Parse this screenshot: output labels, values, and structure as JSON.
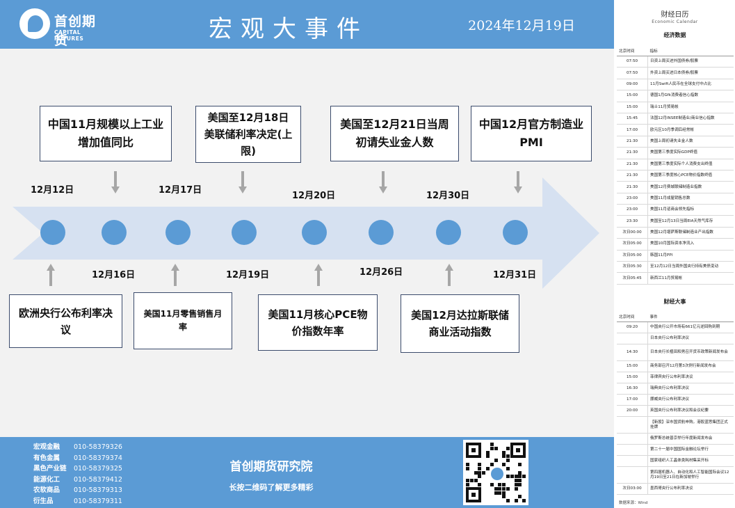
{
  "header": {
    "logo_name": "首创期货",
    "logo_en": "CAPITAL FUTURES",
    "title": "宏观大事件",
    "date": "2024年12月19日"
  },
  "timeline": {
    "top_events": [
      {
        "label": "中国11月规模以上工业增加值同比"
      },
      {
        "label": "美国至12月18日美联储利率决定(上限)"
      },
      {
        "label": "美国至12月21日当周初请失业金人数"
      },
      {
        "label": "中国12月官方制造业PMI"
      }
    ],
    "bottom_events": [
      {
        "label": "欧洲央行公布利率决议"
      },
      {
        "label": "美国11月零售销售月率"
      },
      {
        "label": "美国11月核心PCE物价指数年率"
      },
      {
        "label": "美国12月达拉斯联储商业活动指数"
      }
    ],
    "top_dates": [
      "12月12日",
      "12月17日",
      "12月20日",
      "12月30日"
    ],
    "bottom_dates": [
      "12月16日",
      "12月19日",
      "12月26日",
      "12月31日"
    ],
    "dot_count": 8,
    "colors": {
      "accent": "#5b9bd5",
      "arrow": "#d6e1f1",
      "pointer": "#a6a6a6"
    }
  },
  "footer": {
    "contacts": [
      {
        "dept": "宏观金融",
        "phone": "010-58379326"
      },
      {
        "dept": "有色金属",
        "phone": "010-58379374"
      },
      {
        "dept": "黑色产业链",
        "phone": "010-58379325"
      },
      {
        "dept": "能源化工",
        "phone": "010-58379412"
      },
      {
        "dept": "农软商品",
        "phone": "010-58379313"
      },
      {
        "dept": "衍生品",
        "phone": "010-58379311"
      }
    ],
    "institute": "首创期货研究院",
    "slogan": "长按二维码了解更多精彩",
    "qr_icon": "qr-code-icon"
  },
  "calendar": {
    "title": "财经日历",
    "subtitle": "Economic Calendar",
    "econ_title": "经济数据",
    "econ_headers": [
      "北京时间",
      "指标"
    ],
    "econ_rows": [
      {
        "time": "07:50",
        "item": "日资上周买进外国债券/股票"
      },
      {
        "time": "07:50",
        "item": "外资上周买进日本债券/股票"
      },
      {
        "time": "09:00",
        "item": "11月Swift人民币在全球支付中占比"
      },
      {
        "time": "15:00",
        "item": "德国1月Gfk消费者信心指数"
      },
      {
        "time": "15:00",
        "item": "瑞士11月贸易帐"
      },
      {
        "time": "15:45",
        "item": "法国12月INSEE制造业/商业信心指数"
      },
      {
        "time": "17:00",
        "item": "欧元区10月季调后经常帐"
      },
      {
        "time": "21:30",
        "item": "美国上周初请失业金人数"
      },
      {
        "time": "21:30",
        "item": "美国第三季度实际GDP终值"
      },
      {
        "time": "21:30",
        "item": "美国第三季度实际个人消费支出终值"
      },
      {
        "time": "21:30",
        "item": "美国第三季度核心PCE物价指数终值"
      },
      {
        "time": "21:30",
        "item": "美国12月费城联储制造业指数"
      },
      {
        "time": "23:00",
        "item": "美国11月成屋销售总数"
      },
      {
        "time": "23:00",
        "item": "美国11月谘商会领先指标"
      },
      {
        "time": "23:30",
        "item": "美国至12月13日当周EIA天然气库存"
      },
      {
        "time": "次日00:00",
        "item": "美国12月堪萨斯联储制造业产出指数"
      },
      {
        "time": "次日05:00",
        "item": "美国10月国际资本净流入"
      },
      {
        "time": "次日05:00",
        "item": "韩国11月PPI"
      },
      {
        "time": "次日05:30",
        "item": "至12月12日当周外国央行持有美债变动"
      },
      {
        "time": "次日05:45",
        "item": "新西兰11月贸易帐"
      }
    ],
    "events_title": "财经大事",
    "events_headers": [
      "北京时间",
      "事件"
    ],
    "event_rows": [
      {
        "time": "09:20",
        "item": "中国央行公开市场有661亿元逆回购到期"
      },
      {
        "time": "",
        "item": "日本央行公布利率决议"
      },
      {
        "time": "14:30",
        "item": "日本央行长植田和男召开货币政策新闻发布会"
      },
      {
        "time": "15:00",
        "item": "商务部召开12月第3次例行新闻发布会"
      },
      {
        "time": "15:00",
        "item": "菲律宾央行公布利率决议"
      },
      {
        "time": "16:30",
        "item": "瑞典央行公布利率决议"
      },
      {
        "time": "17:00",
        "item": "挪威央行公布利率决议"
      },
      {
        "time": "20:00",
        "item": "英国央行公布利率决议和会议纪要"
      },
      {
        "time": "",
        "item": "【新股】深市国货航申购，港股蓝思集团正式挂牌"
      },
      {
        "time": "",
        "item": "俄罗斯总统普京举行年度新闻发布会"
      },
      {
        "time": "",
        "item": "第二十一届中国国际金融论坛举行"
      },
      {
        "time": "",
        "item": "国家组织人工晶体类耗材集采开标"
      },
      {
        "time": "",
        "item": "第四届机器人、自动化和人工智能国际会议12月19日至21日在新加坡举行"
      },
      {
        "time": "次日03:00",
        "item": "墨西哥央行公布利率决议"
      }
    ],
    "source": "数据来源：Wind"
  }
}
